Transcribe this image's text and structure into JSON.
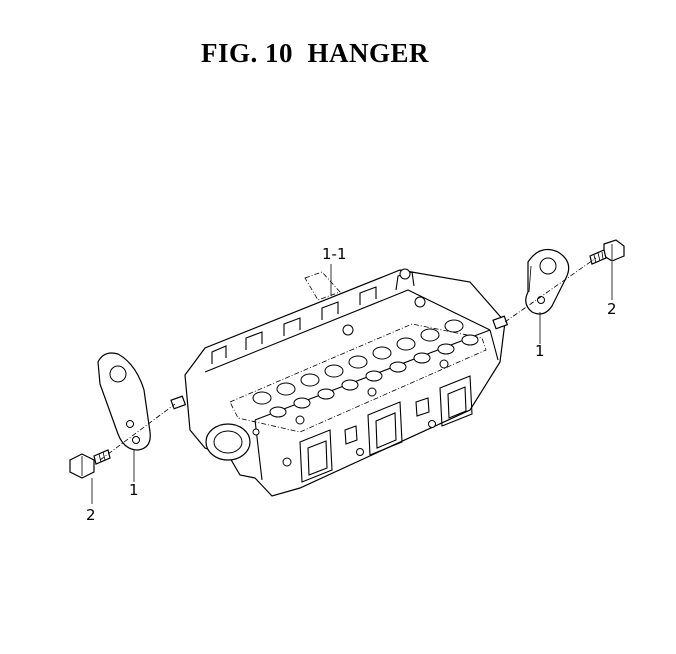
{
  "title": "FIG. 10  HANGER",
  "callouts": {
    "cylinder_head": "1-1",
    "hanger_right": "1",
    "bolt_right": "2",
    "hanger_left": "1",
    "bolt_left": "2"
  }
}
